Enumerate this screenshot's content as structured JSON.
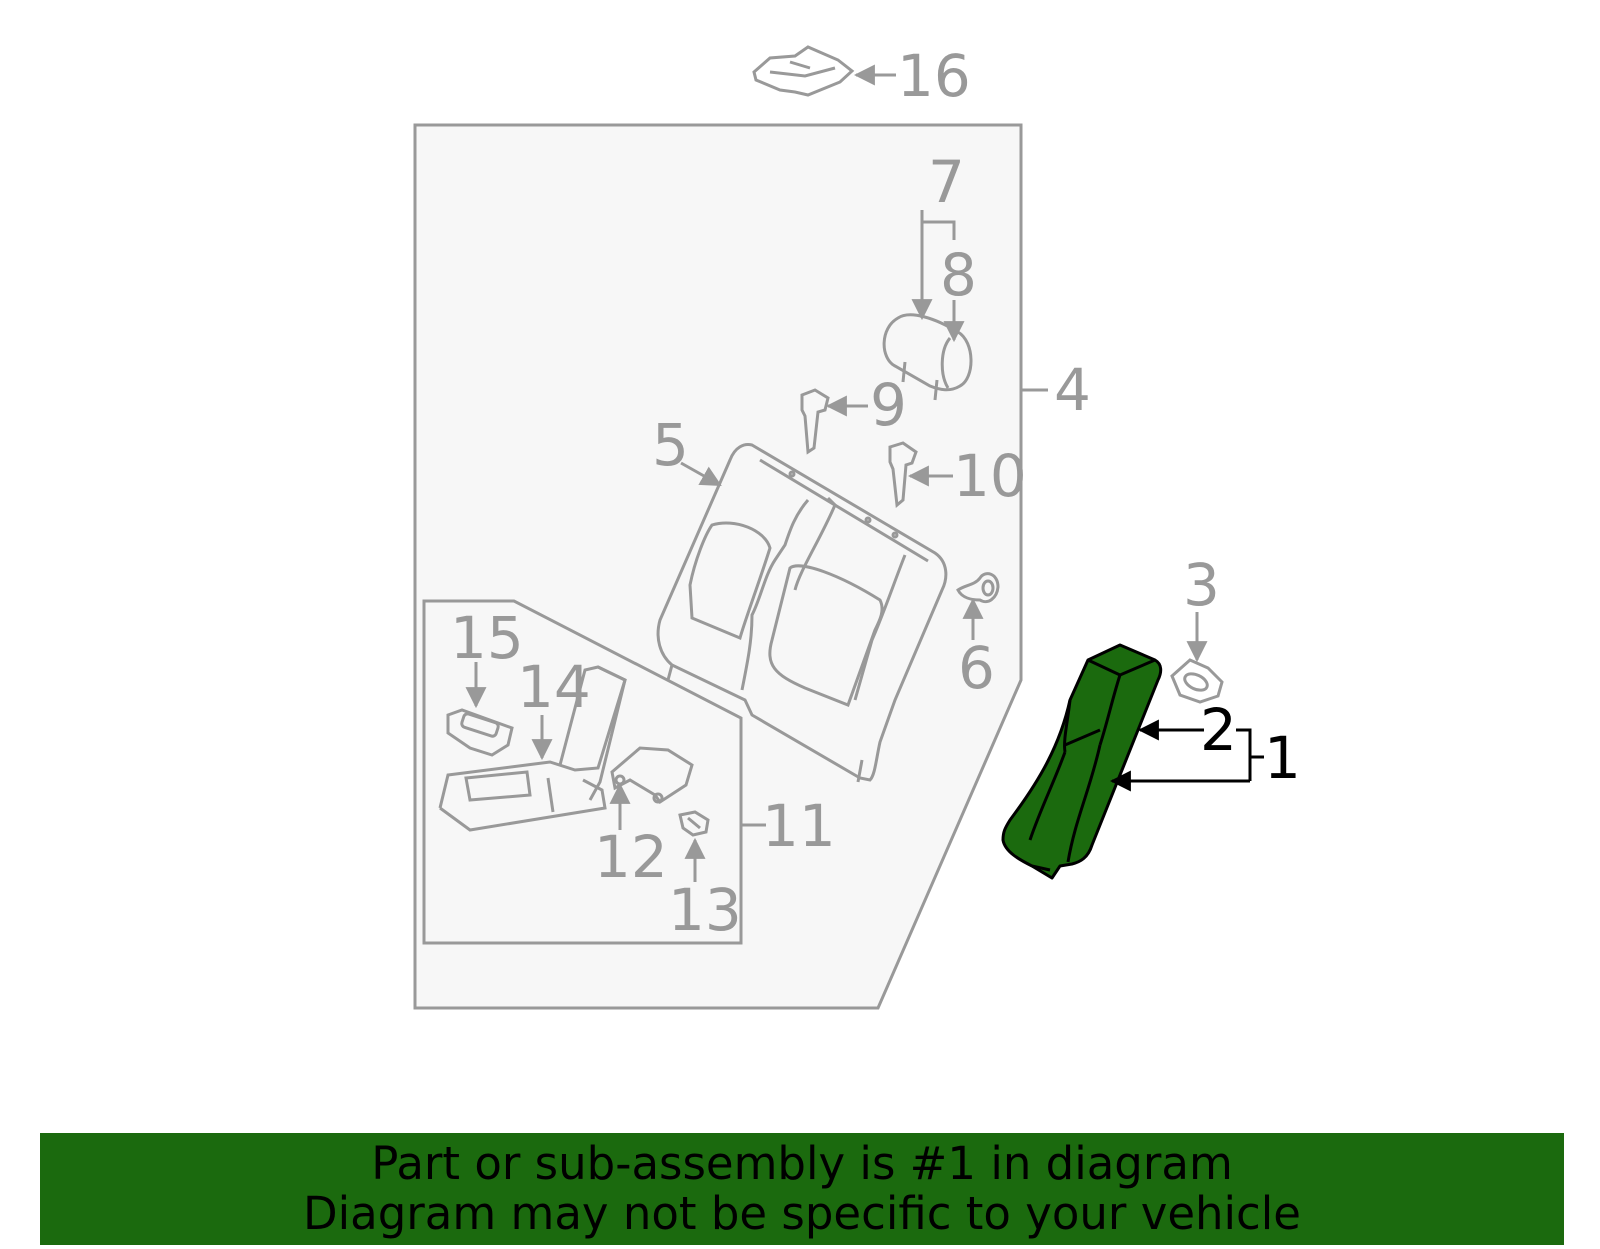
{
  "callouts": {
    "c1": "1",
    "c2": "2",
    "c3": "3",
    "c4": "4",
    "c5": "5",
    "c6": "6",
    "c7": "7",
    "c8": "8",
    "c9": "9",
    "c10": "10",
    "c11": "11",
    "c12": "12",
    "c13": "13",
    "c14": "14",
    "c15": "15",
    "c16": "16"
  },
  "highlight_part": "1",
  "colors": {
    "highlight_fill": "#1b6a0e",
    "line_gray": "#999999",
    "panel_fill": "#f7f7f7",
    "footer_bg": "#1b6a0e"
  },
  "footer": {
    "line1": "Part or sub-assembly is #1 in diagram",
    "line2": "Diagram may not be specific to your vehicle"
  }
}
